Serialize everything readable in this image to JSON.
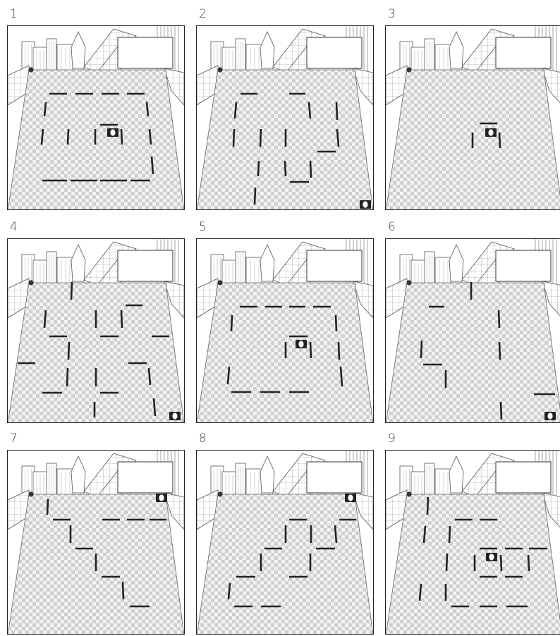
{
  "title": "",
  "panels": [
    {
      "number": "1",
      "walls": [
        [
          70,
          133,
          95,
          133
        ],
        [
          107,
          133,
          132,
          133
        ],
        [
          144,
          133,
          169,
          133
        ],
        [
          180,
          133,
          205,
          133
        ],
        [
          65,
          145,
          63,
          165
        ],
        [
          208,
          145,
          210,
          165
        ],
        [
          61,
          183,
          59,
          205
        ],
        [
          97,
          183,
          96,
          205
        ],
        [
          135,
          183,
          135,
          205
        ],
        [
          172,
          183,
          173,
          205
        ],
        [
          212,
          183,
          214,
          205
        ],
        [
          215,
          222,
          217,
          247
        ],
        [
          60,
          256,
          95,
          256
        ],
        [
          100,
          256,
          138,
          256
        ],
        [
          142,
          256,
          180,
          256
        ],
        [
          185,
          256,
          213,
          256
        ],
        [
          142,
          177,
          167,
          177
        ]
      ],
      "player": [
        160,
        188
      ],
      "exit": null
    },
    {
      "number": "2",
      "walls": [
        [
          341,
          133,
          365,
          133
        ],
        [
          410,
          133,
          433,
          133
        ],
        [
          335,
          145,
          333,
          168
        ],
        [
          438,
          145,
          440,
          168
        ],
        [
          332,
          183,
          331,
          208
        ],
        [
          370,
          183,
          369,
          208
        ],
        [
          405,
          183,
          405,
          208
        ],
        [
          477,
          145,
          478,
          170
        ],
        [
          478,
          183,
          480,
          208
        ],
        [
          450,
          215,
          476,
          215
        ],
        [
          367,
          228,
          366,
          250
        ],
        [
          404,
          228,
          405,
          250
        ],
        [
          440,
          228,
          441,
          252
        ],
        [
          411,
          258,
          438,
          258
        ],
        [
          362,
          266,
          361,
          290
        ]
      ],
      "player": null,
      "exit": [
        518,
        290
      ]
    },
    {
      "number": "3",
      "walls": [
        [
          680,
          175,
          705,
          175
        ],
        [
          670,
          188,
          670,
          210
        ],
        [
          708,
          188,
          709,
          210
        ]
      ],
      "player": [
        696,
        188
      ],
      "exit": null
    },
    {
      "number": "4",
      "walls": [
        [
          102,
          400,
          101,
          425
        ],
        [
          178,
          433,
          202,
          433
        ],
        [
          65,
          440,
          63,
          465
        ],
        [
          136,
          440,
          136,
          465
        ],
        [
          172,
          440,
          173,
          465
        ],
        [
          70,
          477,
          95,
          477
        ],
        [
          142,
          477,
          168,
          477
        ],
        [
          215,
          477,
          240,
          477
        ],
        [
          98,
          485,
          97,
          510
        ],
        [
          25,
          515,
          50,
          515
        ],
        [
          182,
          515,
          208,
          515
        ],
        [
          211,
          522,
          213,
          546
        ],
        [
          96,
          522,
          95,
          548
        ],
        [
          136,
          522,
          136,
          548
        ],
        [
          60,
          557,
          88,
          557
        ],
        [
          142,
          557,
          168,
          557
        ],
        [
          134,
          570,
          134,
          592
        ],
        [
          218,
          565,
          220,
          590
        ]
      ],
      "player": null,
      "exit": [
        248,
        590
      ]
    },
    {
      "number": "5",
      "walls": [
        [
          340,
          435,
          365,
          435
        ],
        [
          376,
          435,
          400,
          435
        ],
        [
          410,
          435,
          433,
          435
        ],
        [
          444,
          435,
          469,
          435
        ],
        [
          329,
          447,
          328,
          470
        ],
        [
          476,
          447,
          477,
          470
        ],
        [
          410,
          477,
          436,
          477
        ],
        [
          405,
          485,
          405,
          508
        ],
        [
          440,
          485,
          441,
          508
        ],
        [
          480,
          485,
          481,
          510
        ],
        [
          325,
          520,
          323,
          545
        ],
        [
          483,
          520,
          485,
          548
        ],
        [
          328,
          556,
          356,
          556
        ],
        [
          369,
          556,
          397,
          556
        ],
        [
          410,
          556,
          438,
          556
        ]
      ],
      "player": [
        427,
        488
      ],
      "exit": null
    },
    {
      "number": "6",
      "walls": [
        [
          668,
          400,
          668,
          425
        ],
        [
          608,
          435,
          630,
          435
        ],
        [
          707,
          440,
          708,
          465
        ],
        [
          598,
          483,
          597,
          508
        ],
        [
          708,
          485,
          709,
          510
        ],
        [
          600,
          517,
          627,
          517
        ],
        [
          632,
          525,
          632,
          550
        ],
        [
          757,
          559,
          787,
          559
        ],
        [
          710,
          570,
          711,
          595
        ]
      ],
      "player": null,
      "exit": [
        780,
        590
      ]
    },
    {
      "number": "7",
      "walls": [
        [
          68,
          708,
          67,
          730
        ],
        [
          75,
          737,
          100,
          737
        ],
        [
          145,
          737,
          170,
          737
        ],
        [
          180,
          737,
          205,
          737
        ],
        [
          212,
          737,
          236,
          737
        ],
        [
          100,
          745,
          100,
          770
        ],
        [
          107,
          778,
          132,
          778
        ],
        [
          136,
          785,
          136,
          810
        ],
        [
          144,
          818,
          170,
          818
        ],
        [
          174,
          825,
          175,
          850
        ],
        [
          184,
          860,
          212,
          860
        ]
      ],
      "player": null,
      "exit": [
        229,
        706
      ]
    },
    {
      "number": "8",
      "walls": [
        [
          410,
          737,
          435,
          737
        ],
        [
          481,
          737,
          505,
          737
        ],
        [
          405,
          745,
          405,
          770
        ],
        [
          475,
          745,
          477,
          770
        ],
        [
          441,
          745,
          441,
          770
        ],
        [
          375,
          778,
          400,
          778
        ],
        [
          448,
          778,
          475,
          778
        ],
        [
          370,
          785,
          370,
          810
        ],
        [
          440,
          785,
          440,
          810
        ],
        [
          335,
          818,
          362,
          818
        ],
        [
          410,
          818,
          436,
          818
        ],
        [
          326,
          827,
          324,
          850
        ],
        [
          332,
          860,
          358,
          860
        ],
        [
          370,
          860,
          398,
          860
        ]
      ],
      "player": null,
      "exit": [
        497,
        706
      ]
    },
    {
      "number": "9",
      "walls": [
        [
          607,
          705,
          606,
          730
        ],
        [
          645,
          737,
          670,
          737
        ],
        [
          680,
          737,
          705,
          737
        ],
        [
          603,
          746,
          601,
          770
        ],
        [
          638,
          746,
          637,
          770
        ],
        [
          680,
          778,
          705,
          778
        ],
        [
          716,
          778,
          741,
          778
        ],
        [
          750,
          778,
          776,
          778
        ],
        [
          634,
          785,
          633,
          810
        ],
        [
          673,
          787,
          673,
          810
        ],
        [
          710,
          787,
          711,
          810
        ],
        [
          749,
          787,
          750,
          810
        ],
        [
          680,
          818,
          705,
          818
        ],
        [
          716,
          818,
          741,
          818
        ],
        [
          597,
          828,
          595,
          852
        ],
        [
          632,
          828,
          632,
          852
        ],
        [
          640,
          860,
          665,
          860
        ],
        [
          680,
          860,
          705,
          860
        ],
        [
          718,
          860,
          748,
          860
        ]
      ],
      "player": [
        697,
        790
      ],
      "exit": null
    }
  ]
}
